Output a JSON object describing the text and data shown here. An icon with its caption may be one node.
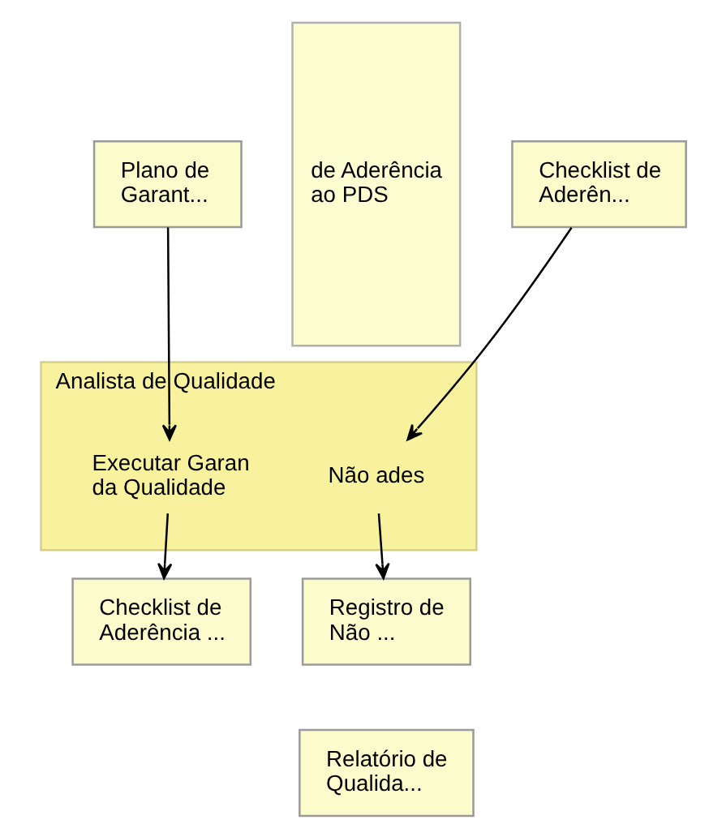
{
  "diagram": {
    "nodes": [
      {
        "text": [
          "de Aderência ao PDS"
        ]
      },
      {
        "text": [
          "Plano de Garant..."
        ]
      },
      {
        "text": [
          "Checklist de Aderên..."
        ]
      },
      {
        "text": [
          "Analista de Qualidade"
        ]
      },
      {
        "text": [
          "Executar Garan da Qualidade"
        ],
        "in": 3
      },
      {
        "text": [
          "Não ades"
        ],
        "in": 3
      },
      {
        "text": [
          "Checklist de Aderência ..."
        ]
      },
      {
        "text": [
          "Registro de Não ..."
        ]
      },
      {
        "text": [
          "Relatório de Qualida..."
        ]
      }
    ],
    "edges": [
      {
        "from": 1,
        "to": 4,
        "arrow": "to"
      },
      {
        "from": 2,
        "to": 5,
        "arrow": "to"
      },
      {
        "from": 4,
        "to": 6,
        "arrow": "to"
      },
      {
        "from": 5,
        "to": 7,
        "arrow": "to"
      }
    ]
  }
}
